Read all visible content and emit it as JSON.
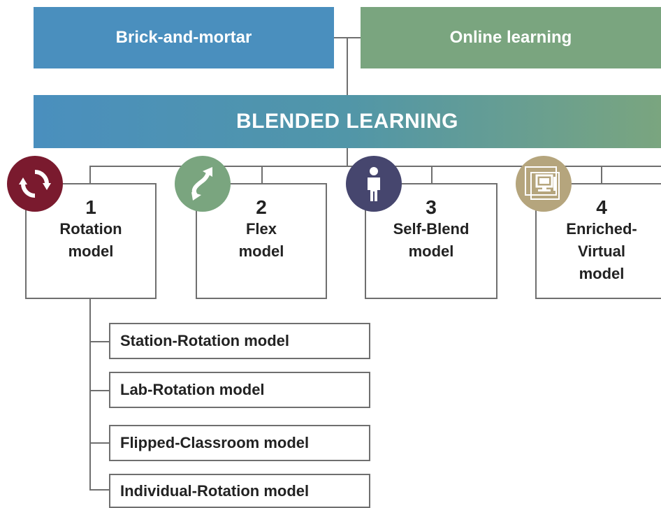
{
  "top": {
    "left_label": "Brick-and-mortar",
    "right_label": "Online learning"
  },
  "blended": {
    "label": "BLENDED LEARNING"
  },
  "models": [
    {
      "number": "1",
      "label": "Rotation\nmodel",
      "icon": "rotation-arrows-icon",
      "color": "#7a1a2e"
    },
    {
      "number": "2",
      "label": "Flex\nmodel",
      "icon": "flex-arrow-icon",
      "color": "#7aa57f"
    },
    {
      "number": "3",
      "label": "Self-Blend\nmodel",
      "icon": "person-icon",
      "color": "#46466e"
    },
    {
      "number": "4",
      "label": "Enriched-\nVirtual\nmodel",
      "icon": "computer-screen-icon",
      "color": "#b5a57d"
    }
  ],
  "rotation_submodels": [
    "Station-Rotation model",
    "Lab-Rotation model",
    "Flipped-Classroom model",
    "Individual-Rotation model"
  ]
}
